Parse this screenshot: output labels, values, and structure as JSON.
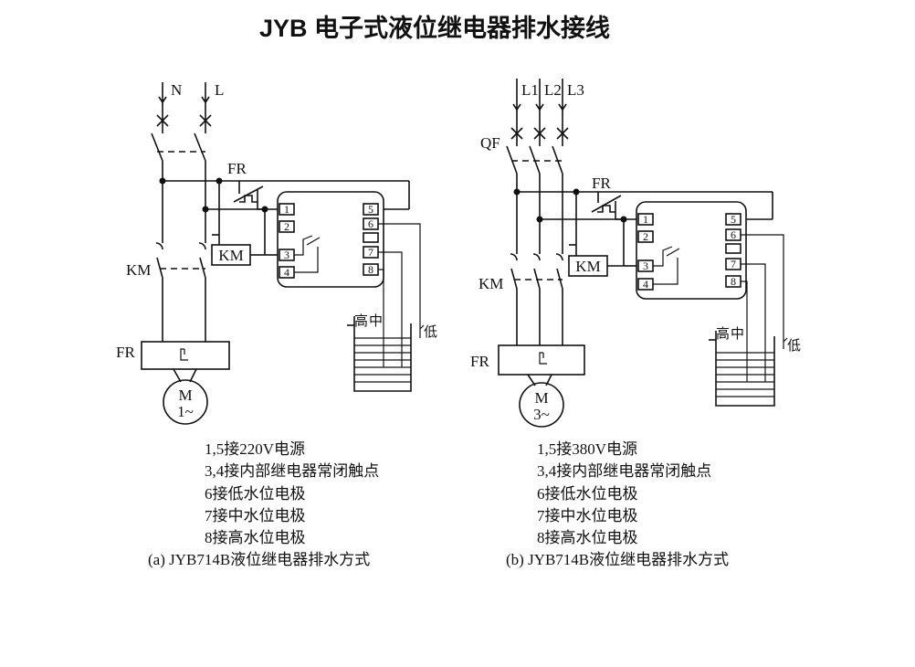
{
  "title": "JYB 电子式液位继电器排水接线",
  "diagram_a": {
    "supply": [
      "N",
      "L"
    ],
    "fr_switch": "FR",
    "km_coil": "KM",
    "km_contact": "KM",
    "fr_relay": "FR",
    "motor_m": "M",
    "motor_phase": "1~",
    "terminals": [
      "1",
      "2",
      "3",
      "4",
      "5",
      "6",
      "7",
      "8"
    ],
    "level_labels": [
      "高",
      "中",
      "低"
    ],
    "notes": [
      "1,5接220V电源",
      "3,4接内部继电器常闭触点",
      "6接低水位电极",
      "7接中水位电极",
      "8接高水位电极"
    ],
    "caption": "(a) JYB714B液位继电器排水方式"
  },
  "diagram_b": {
    "supply": [
      "L1",
      "L2",
      "L3"
    ],
    "breaker": "QF",
    "fr_switch": "FR",
    "km_coil": "KM",
    "km_contact": "KM",
    "fr_relay": "FR",
    "motor_m": "M",
    "motor_phase": "3~",
    "terminals": [
      "1",
      "2",
      "3",
      "4",
      "5",
      "6",
      "7",
      "8"
    ],
    "level_labels": [
      "高",
      "中",
      "低"
    ],
    "notes": [
      "1,5接380V电源",
      "3,4接内部继电器常闭触点",
      "6接低水位电极",
      "7接中水位电极",
      "8接高水位电极"
    ],
    "caption": "(b) JYB714B液位继电器排水方式"
  }
}
